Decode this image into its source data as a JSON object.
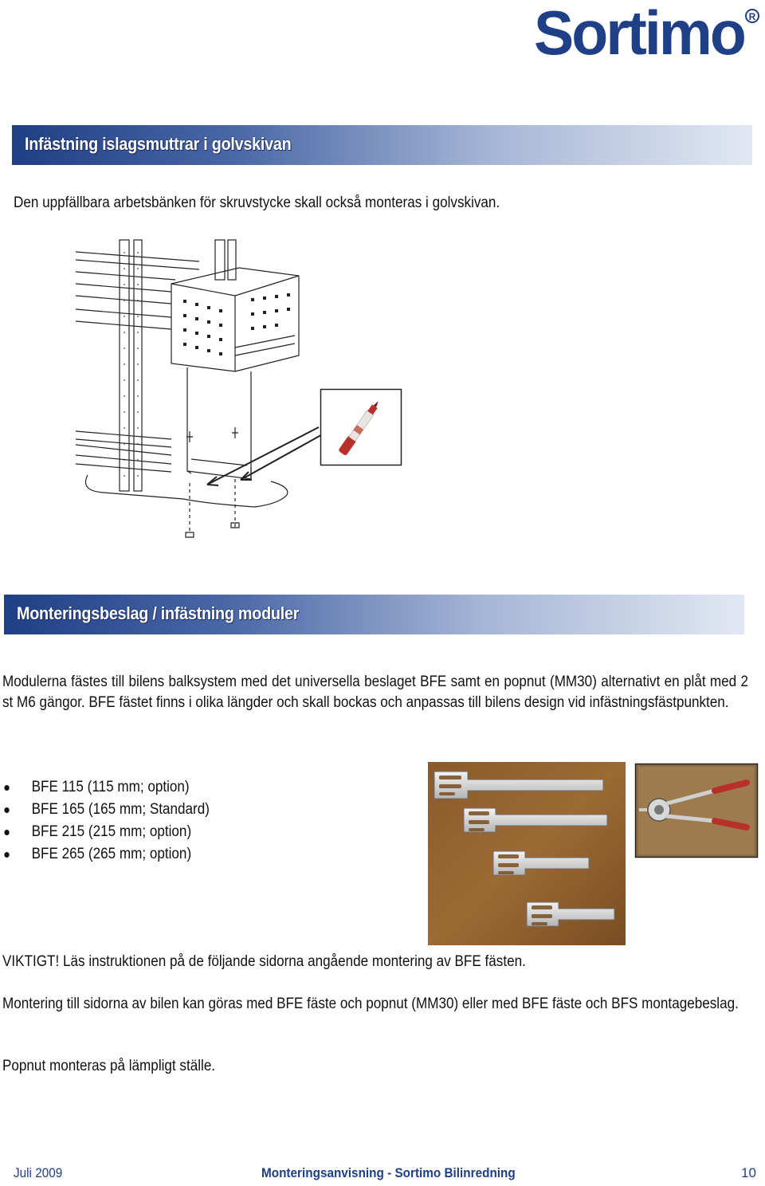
{
  "header": {
    "logo_text": "Sortimo",
    "logo_mark": "®"
  },
  "section1": {
    "title": "Infästning islagsmuttrar i golvskivan",
    "intro": "Den uppfällbara arbetsbänken för skruvstycke skall också monteras i golvskivan."
  },
  "figure1": {
    "description_icon": "workbench-diagram",
    "marker_icon": "red-marker-pen-icon"
  },
  "section2": {
    "title": "Monteringsbeslag / infästning moduler",
    "paragraph": "Modulerna fästes till bilens balksystem med det universella beslaget BFE samt en popnut (MM30) alternativt en plåt med 2 st M6 gängor. BFE fästet finns i olika längder och skall bockas och anpassas till bilens design vid infästningsfästpunkten.",
    "bullets": [
      "BFE 115 (115 mm; option)",
      "BFE 165 (165 mm; Standard)",
      "BFE 215 (215 mm; option)",
      "BFE 265 (265 mm; option)"
    ],
    "warning": "VIKTIGT! Läs  instruktionen på de följande sidorna angående montering av BFE fästen.",
    "paragraph2": "Montering till sidorna av bilen kan göras med BFE fäste och popnut (MM30) eller med BFE fäste och BFS montagebeslag.",
    "paragraph3": "Popnut monteras på lämpligt ställe."
  },
  "footer": {
    "date": "Juli 2009",
    "title": "Monteringsanvisning -  Sortimo Bilinredning",
    "page": "10"
  },
  "colors": {
    "brand_blue": "#1f3f86",
    "marker_red": "#b8302a"
  }
}
